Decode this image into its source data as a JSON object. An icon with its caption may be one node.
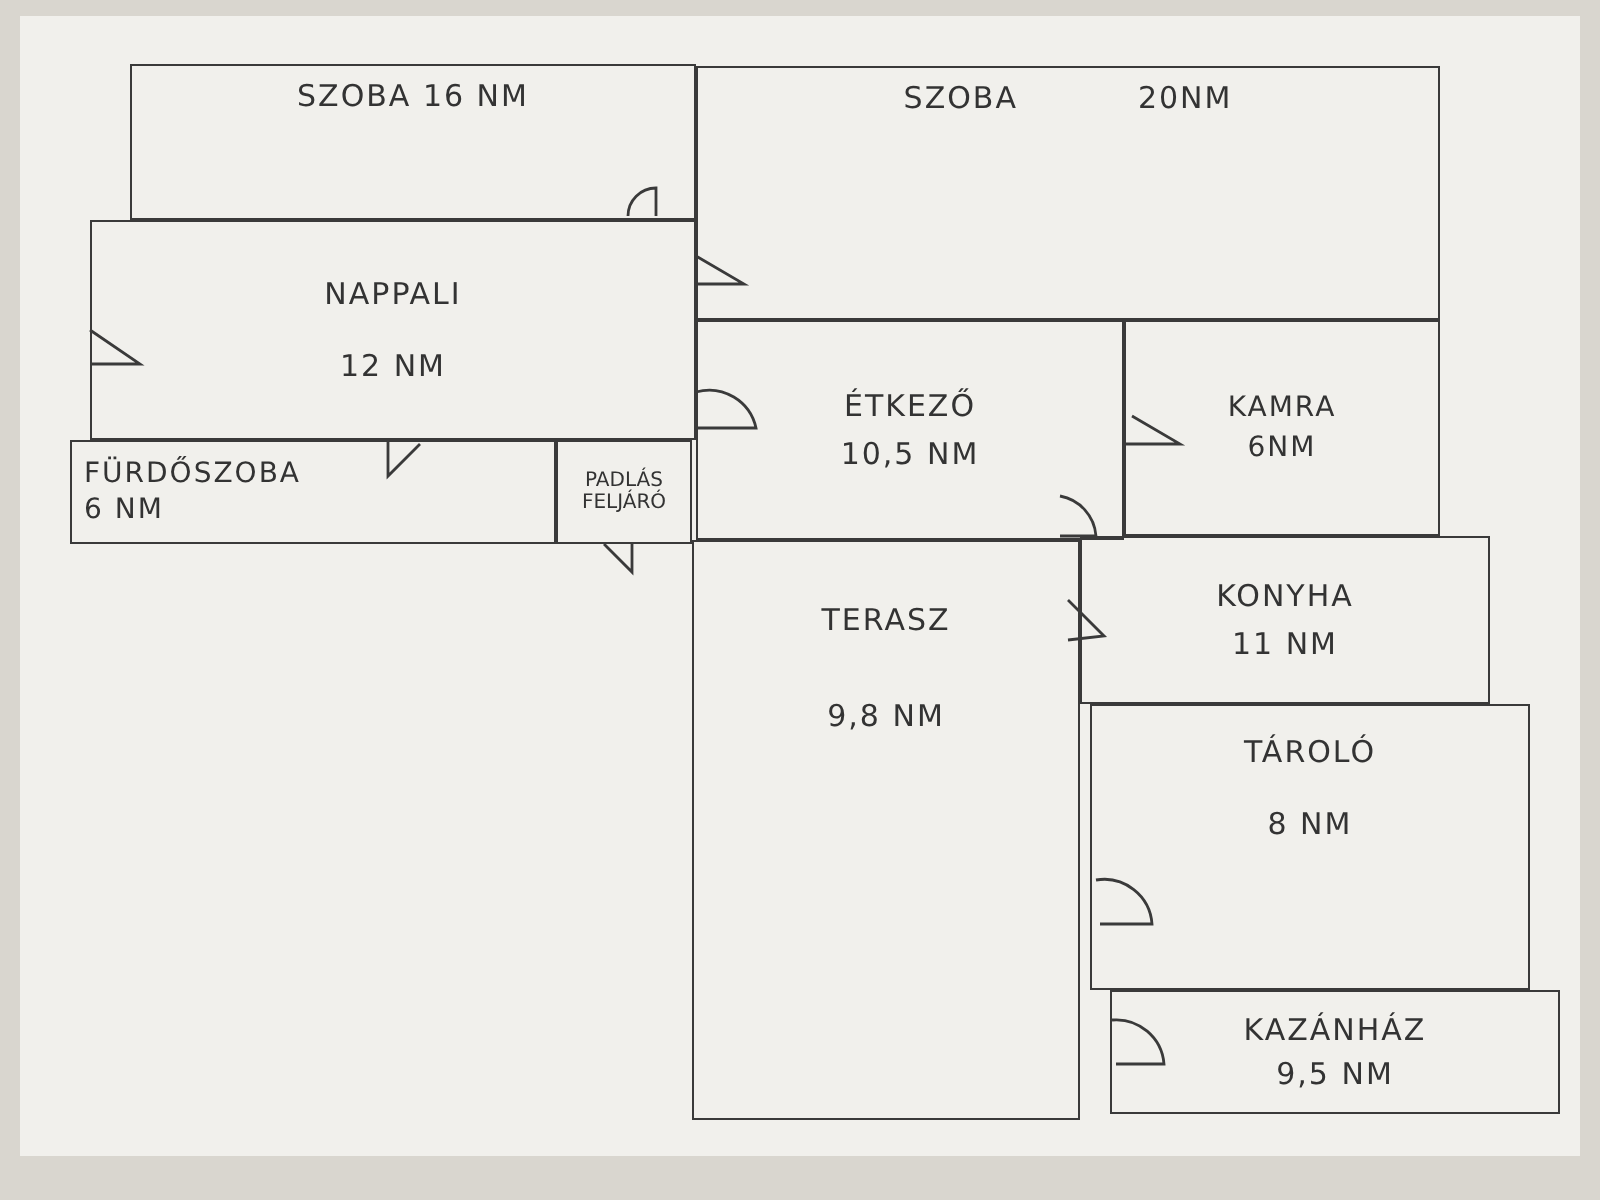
{
  "diagram": {
    "nodes": [
      {
        "text": [
          "SZOBA 16 NM"
        ]
      },
      {
        "text": [
          "SZOBA",
          "20NM"
        ]
      },
      {
        "text": [
          "NAPPALI",
          "12 NM"
        ]
      },
      {
        "text": [
          "ÉTKEZŐ",
          "10,5 NM"
        ]
      },
      {
        "text": [
          "KAMRA",
          "6NM"
        ]
      },
      {
        "text": [
          "FÜRDŐSZOBA",
          "6 NM"
        ]
      },
      {
        "text": [
          "PADLÁS FELJÁRÓ"
        ]
      },
      {
        "text": [
          "TERASZ",
          "9,8 NM"
        ]
      },
      {
        "text": [
          "KONYHA",
          "11 NM"
        ]
      },
      {
        "text": [
          "TÁROLÓ",
          "8 NM"
        ]
      },
      {
        "text": [
          "KAZÁNHÁZ",
          "9,5 NM"
        ]
      }
    ]
  }
}
